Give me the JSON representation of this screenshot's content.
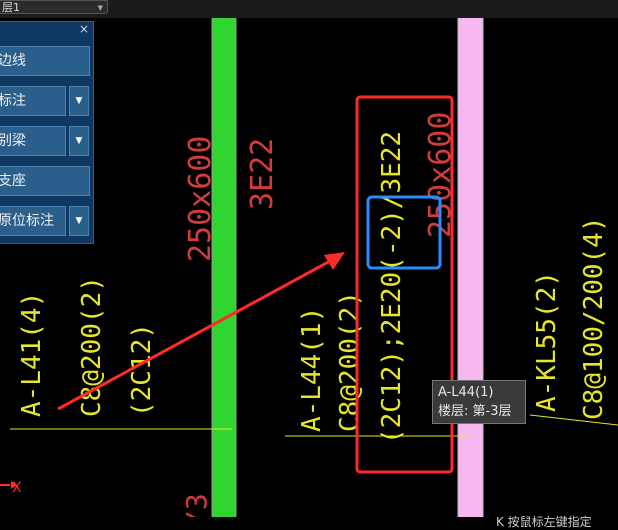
{
  "topbar": {
    "floor_select_value": "层1"
  },
  "panel": {
    "close_icon": "×",
    "buttons": [
      {
        "label": "边线",
        "has_dropdown": false
      },
      {
        "label": "标注",
        "has_dropdown": true
      },
      {
        "label": "别梁",
        "has_dropdown": true
      },
      {
        "label": "支座",
        "has_dropdown": false
      },
      {
        "label": "原位标注",
        "has_dropdown": true
      }
    ],
    "dropdown_icon": "▼"
  },
  "cad": {
    "beam_size_left": "250x600",
    "rebar_left": "3E22",
    "label_a_l41": "A-L41(4)",
    "stirrup_a_l41": "C8@200(2)",
    "bottom_a_l41": "(2C12)",
    "label_a_l44": "A-L44(1)",
    "stirrup_a_l44": "C8@200(2)",
    "rebar_a_l44": "(2C12);2E20(-2)/3E22",
    "beam_size_right": "250x600",
    "label_a_kl55": "A-KL55(2)",
    "stirrup_a_kl55": "C8@100/200(4)",
    "partial_bottom": "/3",
    "axis_label": "X"
  },
  "tooltip": {
    "line1": "A-L44(1)",
    "line2": "楼层: 第-3层"
  },
  "status": {
    "text": "K 按鼠标左键指定"
  },
  "colors": {
    "green_beam": "#2fd62f",
    "pink_beam": "#f7b7f0",
    "yellow_text": "#e6e62a",
    "red_text": "#d23c3c",
    "red_annotation": "#ff2a2a",
    "blue_annotation": "#2a8cff"
  }
}
